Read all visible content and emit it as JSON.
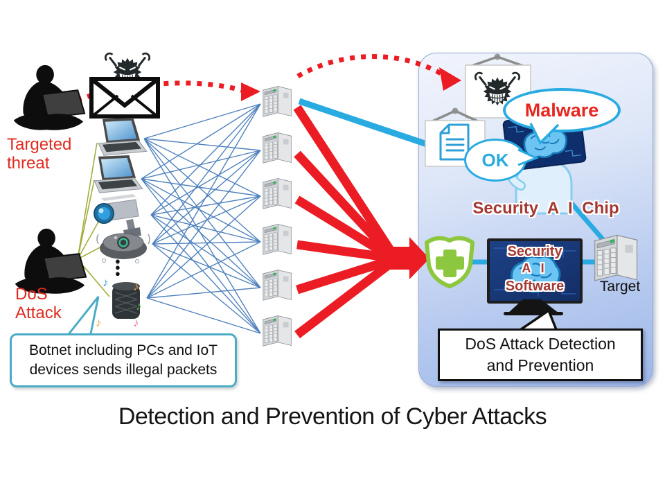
{
  "title": "Detection and Prevention of Cyber Attacks",
  "left": {
    "targeted_threat": {
      "line1": "Targeted",
      "line2": "threat"
    },
    "dos_attack": {
      "line1": "DoS",
      "line2": "Attack"
    },
    "botnet_callout": {
      "line1": "Botnet including PCs and IoT",
      "line2": "devices sends illegal packets"
    }
  },
  "panel": {
    "malware_bubble_label": "Malware",
    "ok_bubble_label": "OK",
    "chip_label": "Security A I Chip",
    "monitor": {
      "line1": "Security",
      "line2": "A I",
      "line3": "Software"
    },
    "target_label": "Target",
    "dos_detection_box": {
      "line1": "DoS Attack Detection",
      "line2": "and Prevention"
    }
  },
  "icons": {
    "attacker": "attacker-silhouette-icon",
    "malware": "malware-spiky-virus-icon",
    "envelope": "email-envelope-icon",
    "laptop": "laptop-icon",
    "camera": "security-camera-icon",
    "vacuum": "robot-vacuum-icon",
    "speaker": "smart-speaker-icon",
    "server": "server-tower-icon",
    "shield": "shield-plus-icon",
    "ai_person": "ai-brain-chip-person-icon",
    "document": "document-icon",
    "monitor": "monitor-icon",
    "notes": "music-notes-icon"
  },
  "colors": {
    "red": "#ec1c24",
    "red_text": "#df2b20",
    "cyan_blue": "#29abe2",
    "network_blue": "#4f81bd",
    "olive": "#a3ad3c",
    "teal_border": "#4bacc6",
    "shield_green": "#8dc63f",
    "chip_text_red": "#a33a33",
    "monitor_navy": "#14306b",
    "panel_top": "#f1f4fc",
    "panel_bottom": "#9cb8e8"
  }
}
